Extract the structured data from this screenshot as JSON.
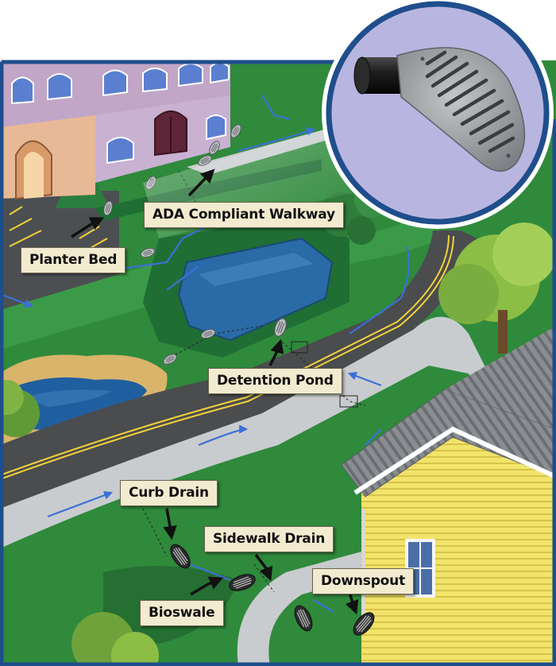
{
  "labels": {
    "ada_walkway": "ADA Compliant Walkway",
    "planter_bed": "Planter Bed",
    "detention_pond": "Detention Pond",
    "curb_drain": "Curb Drain",
    "sidewalk_drain": "Sidewalk Drain",
    "bioswale": "Bioswale",
    "downspout": "Downspout"
  },
  "colors": {
    "grass": "#2f8a3c",
    "road": "#4a4c4e",
    "sidewalk": "#c9ccce",
    "water": "#2a6aa6",
    "border": "#1f4e8c",
    "callout": "#f3ebd0",
    "flow_arrow": "#3d6fd6"
  },
  "icons": [
    "drain-grate-icon",
    "emitter-pipe-icon",
    "arrow-icon"
  ]
}
